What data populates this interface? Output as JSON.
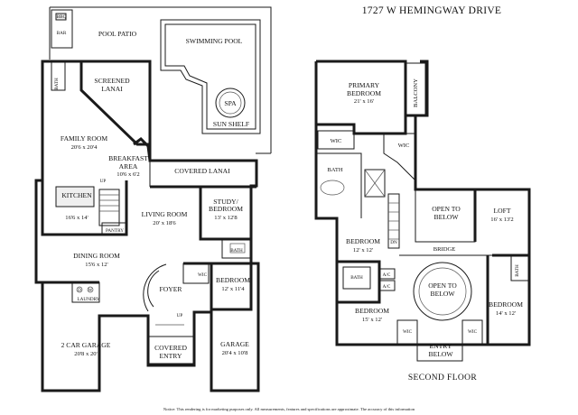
{
  "title": "1727 W HEMINGWAY DRIVE",
  "disclaimer": "Notice: This rendering is for marketing purposes only. All measurements, features and specifications are approximate. The accuracy of this information",
  "first_floor": {
    "rooms": [
      {
        "key": "bbq",
        "name": "BBQ",
        "dims": ""
      },
      {
        "key": "bar",
        "name": "BAR",
        "dims": ""
      },
      {
        "key": "pool_patio",
        "name": "POOL PATIO",
        "dims": ""
      },
      {
        "key": "swimming_pool",
        "name": "SWIMMING POOL",
        "dims": ""
      },
      {
        "key": "spa",
        "name": "SPA",
        "dims": ""
      },
      {
        "key": "sun_shelf",
        "name": "SUN SHELF",
        "dims": ""
      },
      {
        "key": "screened_lanai",
        "name": "SCREENED LANAI",
        "dims": ""
      },
      {
        "key": "bath_ff_top",
        "name": "BATH",
        "dims": ""
      },
      {
        "key": "family_room",
        "name": "FAMILY ROOM",
        "dims": "20'6 x 20'4"
      },
      {
        "key": "breakfast_area",
        "name": "BREAKFAST AREA",
        "dims": "10'6 x 6'2"
      },
      {
        "key": "covered_lanai",
        "name": "COVERED LANAI",
        "dims": ""
      },
      {
        "key": "kitchen",
        "name": "KITCHEN",
        "dims": "16'6 x 14'"
      },
      {
        "key": "pantry",
        "name": "PANTRY",
        "dims": ""
      },
      {
        "key": "up_ff_kitchen",
        "name": "UP",
        "dims": ""
      },
      {
        "key": "living_room",
        "name": "LIVING ROOM",
        "dims": "20' x 18'6"
      },
      {
        "key": "study_bedroom",
        "name": "STUDY/ BEDROOM",
        "dims": "13' x 12'8"
      },
      {
        "key": "bath_ff_study",
        "name": "BATH",
        "dims": ""
      },
      {
        "key": "dining_room",
        "name": "DINING ROOM",
        "dims": "15'6 x 12'"
      },
      {
        "key": "wic_ff",
        "name": "WIC",
        "dims": ""
      },
      {
        "key": "bedroom_ff",
        "name": "BEDROOM",
        "dims": "12' x 11'4"
      },
      {
        "key": "foyer",
        "name": "FOYER",
        "dims": ""
      },
      {
        "key": "up_ff_foyer",
        "name": "UP",
        "dims": ""
      },
      {
        "key": "d_label",
        "name": "D",
        "dims": ""
      },
      {
        "key": "w_label",
        "name": "W",
        "dims": ""
      },
      {
        "key": "laundry",
        "name": "LAUNDRY",
        "dims": ""
      },
      {
        "key": "garage_2car",
        "name": "2 CAR GARAGE",
        "dims": "20'8 x 20'"
      },
      {
        "key": "covered_entry",
        "name": "COVERED ENTRY",
        "dims": ""
      },
      {
        "key": "garage_1",
        "name": "GARAGE",
        "dims": "20'4 x 10'8"
      }
    ]
  },
  "second_floor": {
    "label": "SECOND FLOOR",
    "rooms": [
      {
        "key": "primary_bedroom",
        "name": "PRIMARY BEDROOM",
        "dims": "21' x 16'"
      },
      {
        "key": "balcony",
        "name": "BALCONY",
        "dims": ""
      },
      {
        "key": "wic_sf_left",
        "name": "WIC",
        "dims": ""
      },
      {
        "key": "wic_sf_right",
        "name": "WIC",
        "dims": ""
      },
      {
        "key": "bath_sf_primary",
        "name": "BATH",
        "dims": ""
      },
      {
        "key": "open_to_below_top",
        "name": "OPEN TO BELOW",
        "dims": ""
      },
      {
        "key": "loft",
        "name": "LOFT",
        "dims": "16' x 13'2"
      },
      {
        "key": "bedroom_sf_a",
        "name": "BEDROOM",
        "dims": "12' x 12'"
      },
      {
        "key": "dn_label",
        "name": "DN",
        "dims": ""
      },
      {
        "key": "bridge",
        "name": "BRIDGE",
        "dims": ""
      },
      {
        "key": "bath_sf_mid",
        "name": "BATH",
        "dims": ""
      },
      {
        "key": "ac_1",
        "name": "A/C",
        "dims": ""
      },
      {
        "key": "ac_2",
        "name": "A/C",
        "dims": ""
      },
      {
        "key": "open_to_below_mid",
        "name": "OPEN TO BELOW",
        "dims": ""
      },
      {
        "key": "bath_sf_right",
        "name": "BATH",
        "dims": ""
      },
      {
        "key": "bedroom_sf_b",
        "name": "BEDROOM",
        "dims": "15' x 12'"
      },
      {
        "key": "bedroom_sf_c",
        "name": "BEDROOM",
        "dims": "14' x 12'"
      },
      {
        "key": "wic_sf_lower_left",
        "name": "WIC",
        "dims": ""
      },
      {
        "key": "wic_sf_lower_right",
        "name": "WIC",
        "dims": ""
      },
      {
        "key": "entry_below",
        "name": "ENTRY BELOW",
        "dims": ""
      }
    ]
  }
}
